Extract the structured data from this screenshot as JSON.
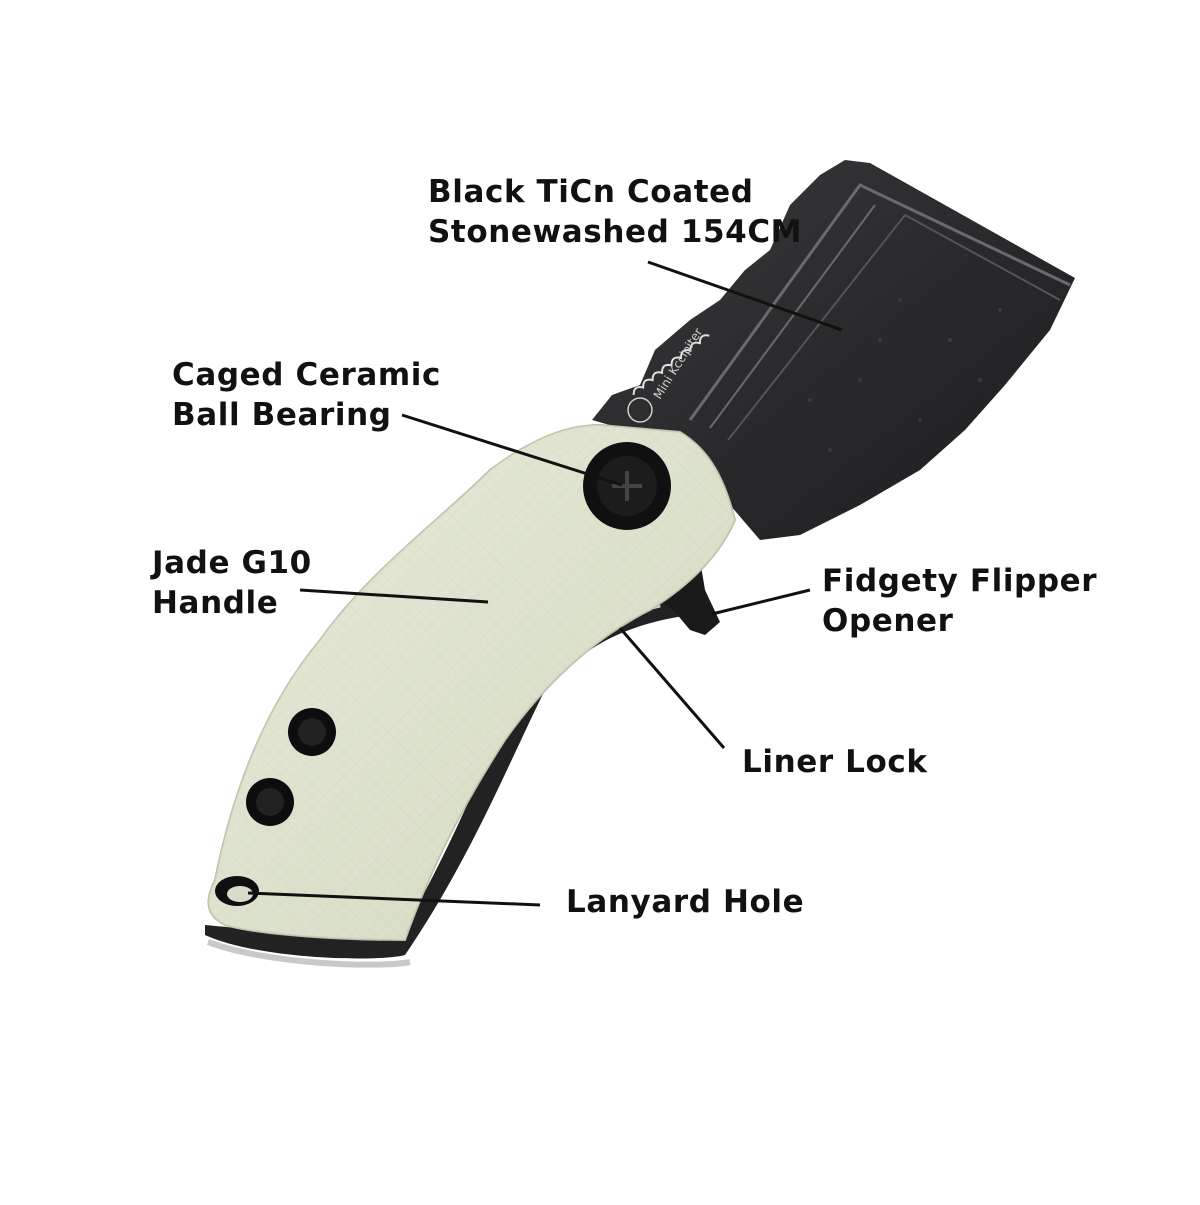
{
  "callouts": {
    "blade": {
      "line1": "Black TiCn Coated",
      "line2": "Stonewashed 154CM"
    },
    "bearing": {
      "line1": "Caged Ceramic",
      "line2": "Ball Bearing"
    },
    "handle": {
      "line1": "Jade G10",
      "line2": "Handle"
    },
    "flipper": {
      "line1": "Fidgety Flipper",
      "line2": "Opener"
    },
    "lock": {
      "line1": "Liner Lock"
    },
    "lanyard": {
      "line1": "Lanyard Hole"
    }
  },
  "blade_engraving": "Mini Kccipiter",
  "colors": {
    "background": "#ffffff",
    "blade": "#2b2a2b",
    "handle": "#dfe4cf",
    "liner": "#bcbcbc",
    "screws": "#0d0d0d",
    "leader_lines": "#111111"
  }
}
